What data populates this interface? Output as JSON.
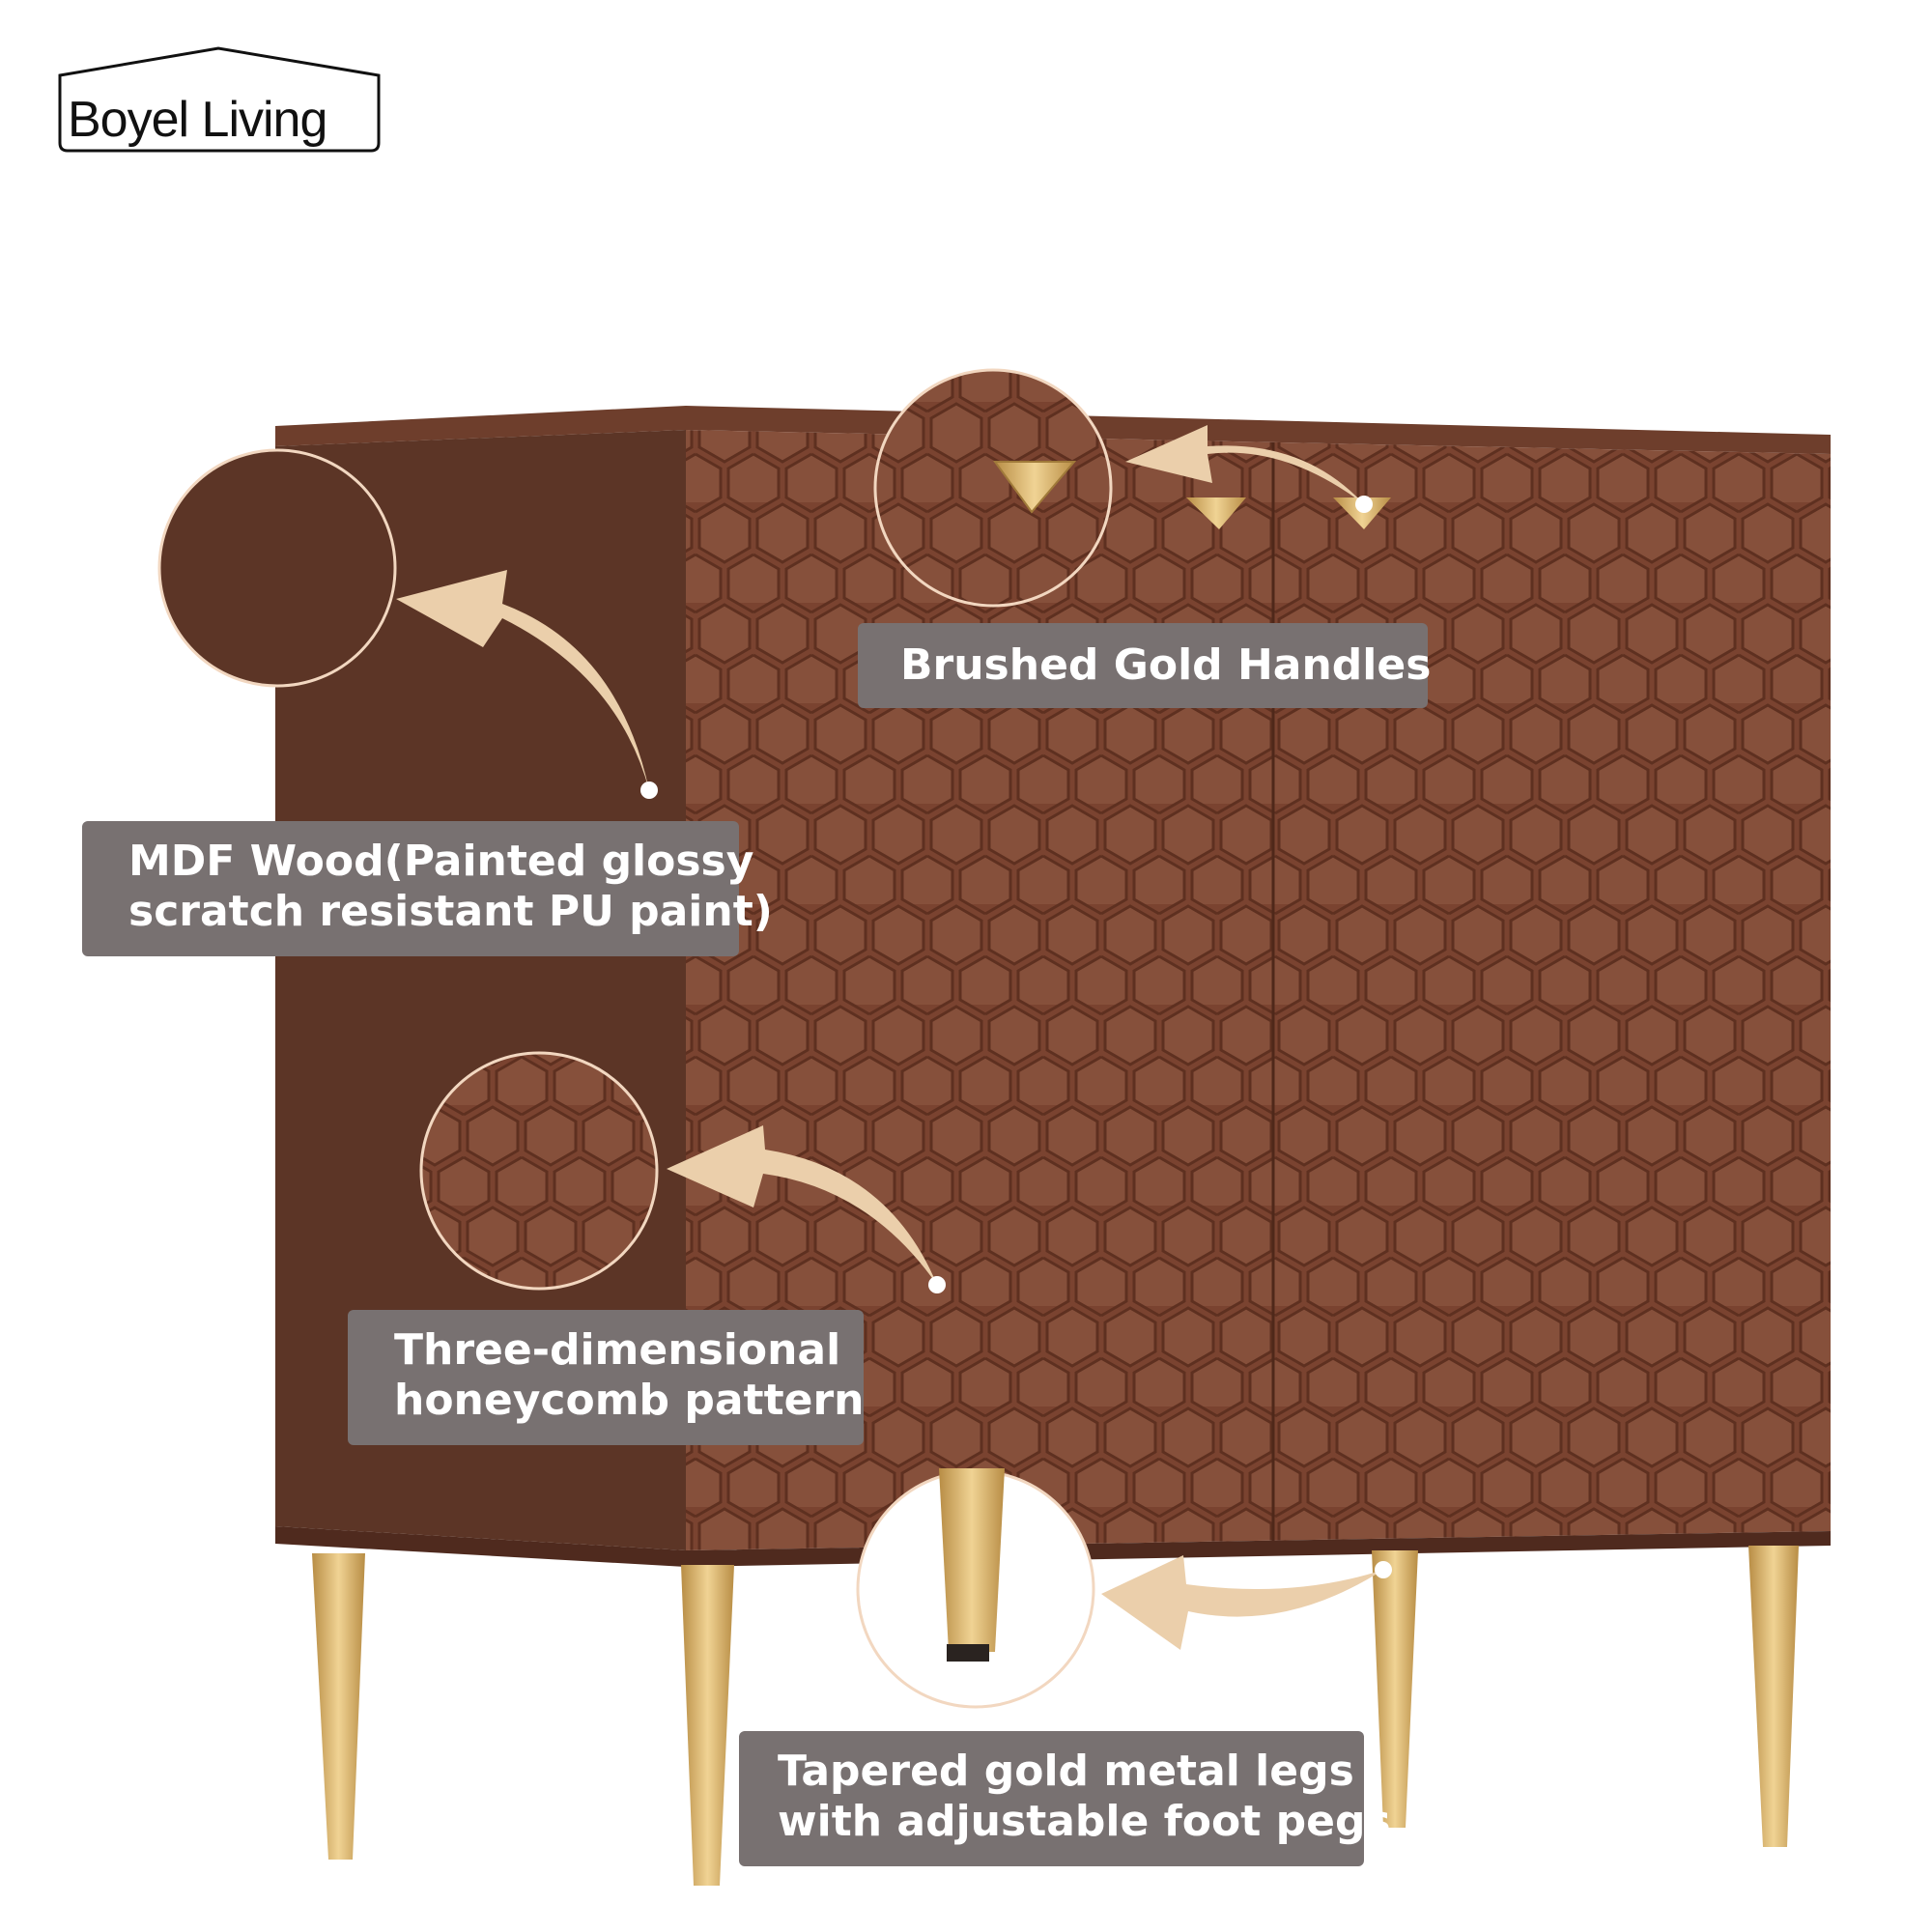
{
  "brand": {
    "logo_text": "Boyel Living"
  },
  "colors": {
    "cabinet_front": "#7a4330",
    "cabinet_side": "#5c3526",
    "cabinet_top": "#6e3e2c",
    "gold": "#d6b06a",
    "arrow": "#ebcfab",
    "label_bg": "#787171",
    "label_text": "#ffffff"
  },
  "callouts": {
    "handles": {
      "line1": "Brushed Gold Handles"
    },
    "material": {
      "line1": "MDF Wood(Painted glossy",
      "line2": "scratch resistant PU paint)"
    },
    "pattern": {
      "line1": "Three-dimensional",
      "line2": "honeycomb pattern"
    },
    "legs": {
      "line1": "Tapered gold metal legs",
      "line2": "with adjustable foot pegs"
    }
  }
}
